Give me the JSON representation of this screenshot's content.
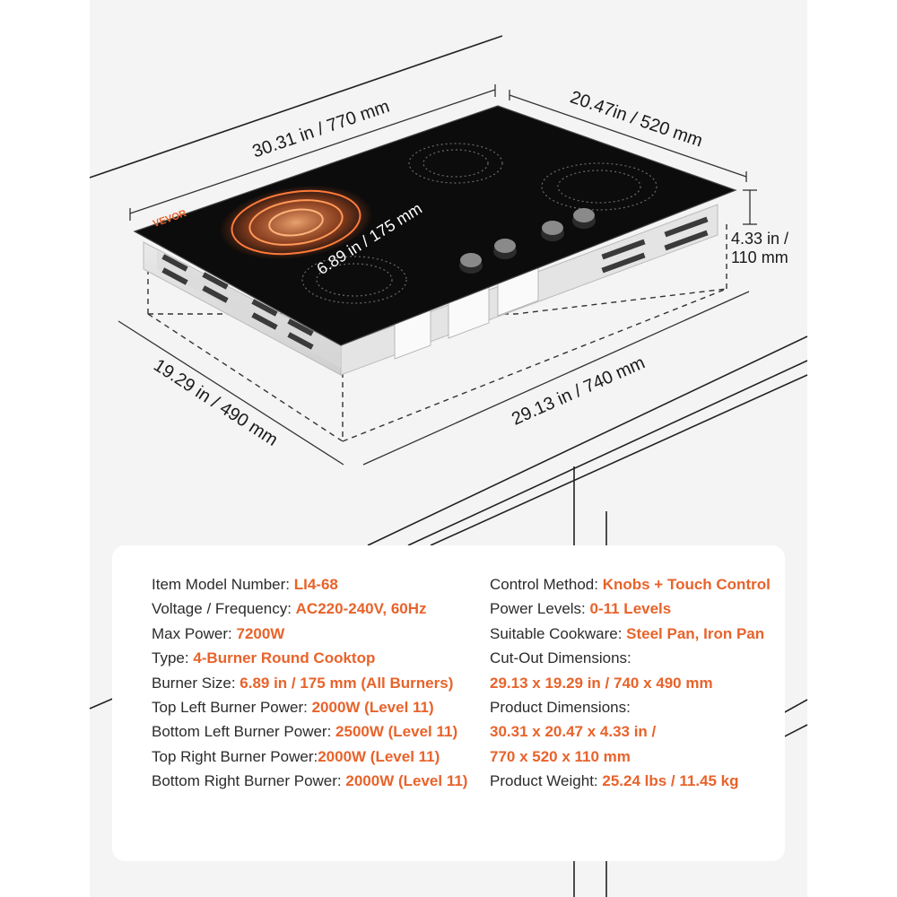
{
  "brand": {
    "logo_text": "VEVOR",
    "accent": "#e8632b"
  },
  "dimensions": {
    "top_width": "30.31 in / 770 mm",
    "top_depth": "20.47in / 520 mm",
    "height": "4.33 in /\n110 mm",
    "height_line1": "4.33 in /",
    "height_line2": "110 mm",
    "burner": "6.89 in / 175 mm",
    "cutout_depth": "19.29 in / 490 mm",
    "cutout_width": "29.13 in / 740 mm"
  },
  "specs_left": [
    {
      "label": "Item Model Number: ",
      "value": "LI4-68"
    },
    {
      "label": "Voltage / Frequency: ",
      "value": "AC220-240V,  60Hz"
    },
    {
      "label": "Max Power: ",
      "value": "7200W"
    },
    {
      "label": "Type: ",
      "value": "4-Burner Round Cooktop"
    },
    {
      "label": "Burner Size: ",
      "value": "6.89 in / 175 mm (All Burners)"
    },
    {
      "label": "Top Left Burner Power: ",
      "value": "2000W (Level 11)"
    },
    {
      "label": "Bottom Left Burner Power:  ",
      "value": "2500W (Level 11)"
    },
    {
      "label": "Top Right Burner Power:",
      "value": "2000W (Level 11)"
    },
    {
      "label": "Bottom Right Burner Power: ",
      "value": "2000W (Level 11)"
    }
  ],
  "specs_right": [
    {
      "label": "Control Method: ",
      "value": "Knobs + Touch Control"
    },
    {
      "label": "Power Levels: ",
      "value": "0-11 Levels"
    },
    {
      "label": "Suitable Cookware: ",
      "value": "Steel Pan, Iron Pan"
    },
    {
      "label": "Cut-Out Dimensions:",
      "value": ""
    },
    {
      "label": "",
      "value": "29.13 x 19.29 in / 740 x 490 mm"
    },
    {
      "label": "Product Dimensions:",
      "value": ""
    },
    {
      "label": "",
      "value": "30.31 x 20.47 x 4.33 in /"
    },
    {
      "label": "",
      "value": "770 x 520 x 110 mm"
    },
    {
      "label": "Product Weight: ",
      "value": "25.24 lbs / 11.45 kg"
    }
  ]
}
